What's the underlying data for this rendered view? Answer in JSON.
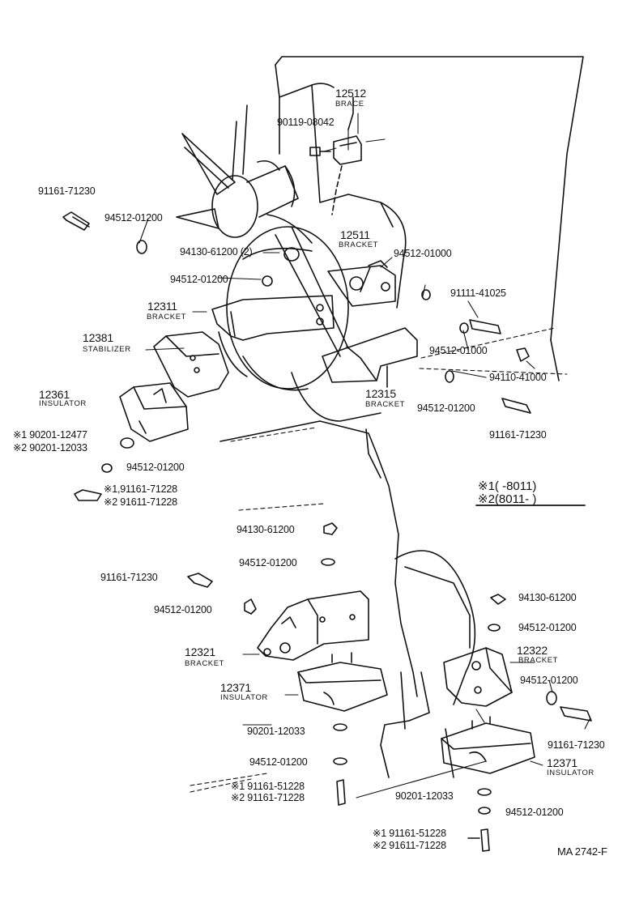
{
  "labels": {
    "brace_num": "12512",
    "brace_desc": "BRACE",
    "bolt_90119": "90119-08042",
    "bolt_91161_71230_top": "91161-71230",
    "washer_94512_01200_a": "94512-01200",
    "bracket_12511_num": "12511",
    "bracket_12511_desc": "BRACKET",
    "nut_94130_61200_2": "94130-61200 (2)",
    "washer_94512_01000_a": "94512-01000",
    "washer_94512_01200_b": "94512-01200",
    "bolt_91111_41025": "91111-41025",
    "bracket_12311_num": "12311",
    "bracket_12311_desc": "BRACKET",
    "stabilizer_num": "12381",
    "stabilizer_desc": "STABILIZER",
    "washer_94512_01000_b": "94512-01000",
    "nut_94110_41000": "94110-41000",
    "insulator_12361_num": "12361",
    "insulator_12361_desc": "INSULATOR",
    "bracket_12315_num": "12315",
    "bracket_12315_desc": "BRACKET",
    "washer_94512_01200_c": "94512-01200",
    "bolt_91161_71230_r": "91161-71230",
    "washer_90201_12477": "※1 90201-12477",
    "washer_90201_12033_a": "※2 90201-12033",
    "washer_94512_01200_d": "94512-01200",
    "bolt_91161_71228_a": "※1,91161-71228",
    "bolt_91611_71228_a": "※2 91611-71228",
    "legend_line1": "※1(      -8011)",
    "legend_line2": "※2(8011-      )",
    "nut_94130_61200_a": "94130-61200",
    "washer_94512_01200_e": "94512-01200",
    "bolt_91161_71230_m": "91161-71230",
    "washer_94512_01200_f": "94512-01200",
    "nut_94130_61200_b": "94130-61200",
    "washer_94512_01200_g": "94512-01200",
    "bracket_12321_num": "12321",
    "bracket_12321_desc": "BRACKET",
    "bracket_12322_num": "12322",
    "bracket_12322_desc": "BRACKET",
    "insulator_12371_l_num": "12371",
    "insulator_12371_l_desc": "INSULATOR",
    "washer_94512_01200_h": "94512-01200",
    "washer_90201_12033_b": "90201-12033",
    "bolt_91161_71230_b": "91161-71230",
    "washer_94512_01200_i": "94512-01200",
    "insulator_12371_r_num": "12371",
    "insulator_12371_r_desc": "INSULATOR",
    "bolt_91161_51228_a": "※1 91161-51228",
    "bolt_91161_71228_b": "※2 91161-71228",
    "washer_90201_12033_c": "90201-12033",
    "washer_94512_01200_j": "94512-01200",
    "bolt_91161_51228_b": "※1 91161-51228",
    "bolt_91611_71228_b": "※2 91611-71228",
    "figure_code": "MA  2742-F"
  }
}
